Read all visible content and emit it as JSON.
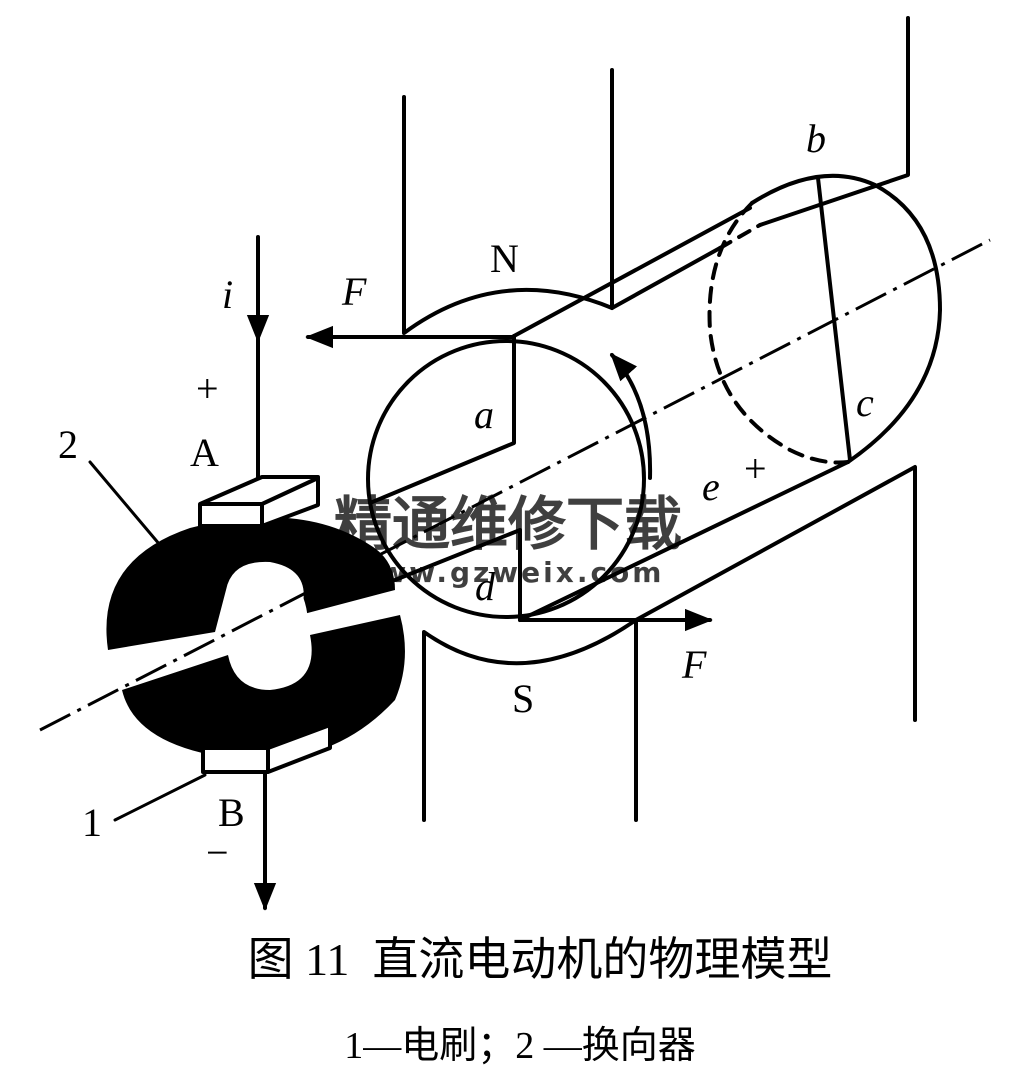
{
  "figure": {
    "caption": "图 11  直流电动机的物理模型",
    "subcaption": "1—电刷；2 —换向器"
  },
  "labels": {
    "current": "i",
    "plus_sign": "+",
    "terminal_a": "A",
    "terminal_b": "B",
    "minus_sign": "−",
    "brush_number": "1",
    "commutator_number": "2",
    "north_pole": "N",
    "south_pole": "S",
    "force_top": "F",
    "force_bottom": "F",
    "coil_a": "a",
    "coil_b": "b",
    "coil_c": "c",
    "coil_d": "d",
    "emf": "e",
    "emf_sign": "+"
  },
  "watermark": {
    "title": "精通维修下载",
    "url": "www.gzweix.com",
    "color": "#f2a07a"
  }
}
